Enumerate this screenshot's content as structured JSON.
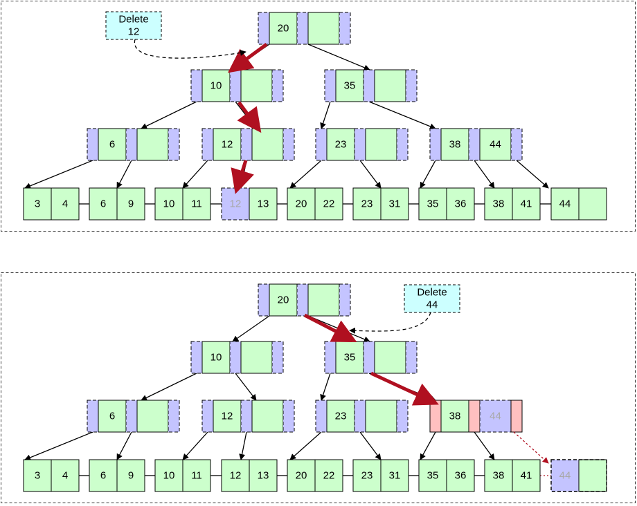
{
  "colors": {
    "key_fill": "#ccffcc",
    "pointer_fill": "#ffc0c0",
    "deleted_fill": "#c4c4ff",
    "label_fill": "#ccffff",
    "highlight_arrow": "#b01020",
    "ghost_text": "#a8a8a8"
  },
  "panels": [
    {
      "id": "delete-12",
      "label_lines": [
        "Delete",
        "12"
      ],
      "root": [
        "20",
        ""
      ],
      "internal_level1": [
        [
          "10",
          ""
        ],
        [
          "35",
          ""
        ]
      ],
      "internal_level2": [
        [
          "6",
          ""
        ],
        [
          "12",
          ""
        ],
        [
          "23",
          ""
        ],
        [
          "38",
          "44"
        ]
      ],
      "leaves": [
        [
          "3",
          "4"
        ],
        [
          "6",
          "9"
        ],
        [
          "10",
          "11"
        ],
        [
          "12",
          "13"
        ],
        [
          "20",
          "22"
        ],
        [
          "23",
          "31"
        ],
        [
          "35",
          "36"
        ],
        [
          "38",
          "41"
        ],
        [
          "44",
          ""
        ]
      ],
      "deleted_key": "12",
      "search_path": [
        "20",
        "10",
        "12",
        "12"
      ]
    },
    {
      "id": "delete-44",
      "label_lines": [
        "Delete",
        "44"
      ],
      "root": [
        "20",
        ""
      ],
      "internal_level1": [
        [
          "10",
          ""
        ],
        [
          "35",
          ""
        ]
      ],
      "internal_level2": [
        [
          "6",
          ""
        ],
        [
          "12",
          ""
        ],
        [
          "23",
          ""
        ],
        [
          "38",
          "44"
        ]
      ],
      "leaves": [
        [
          "3",
          "4"
        ],
        [
          "6",
          "9"
        ],
        [
          "10",
          "11"
        ],
        [
          "12",
          "13"
        ],
        [
          "20",
          "22"
        ],
        [
          "23",
          "31"
        ],
        [
          "35",
          "36"
        ],
        [
          "38",
          "41"
        ],
        [
          "44",
          ""
        ]
      ],
      "deleted_key": "44",
      "search_path": [
        "20",
        "35",
        "38"
      ]
    }
  ]
}
